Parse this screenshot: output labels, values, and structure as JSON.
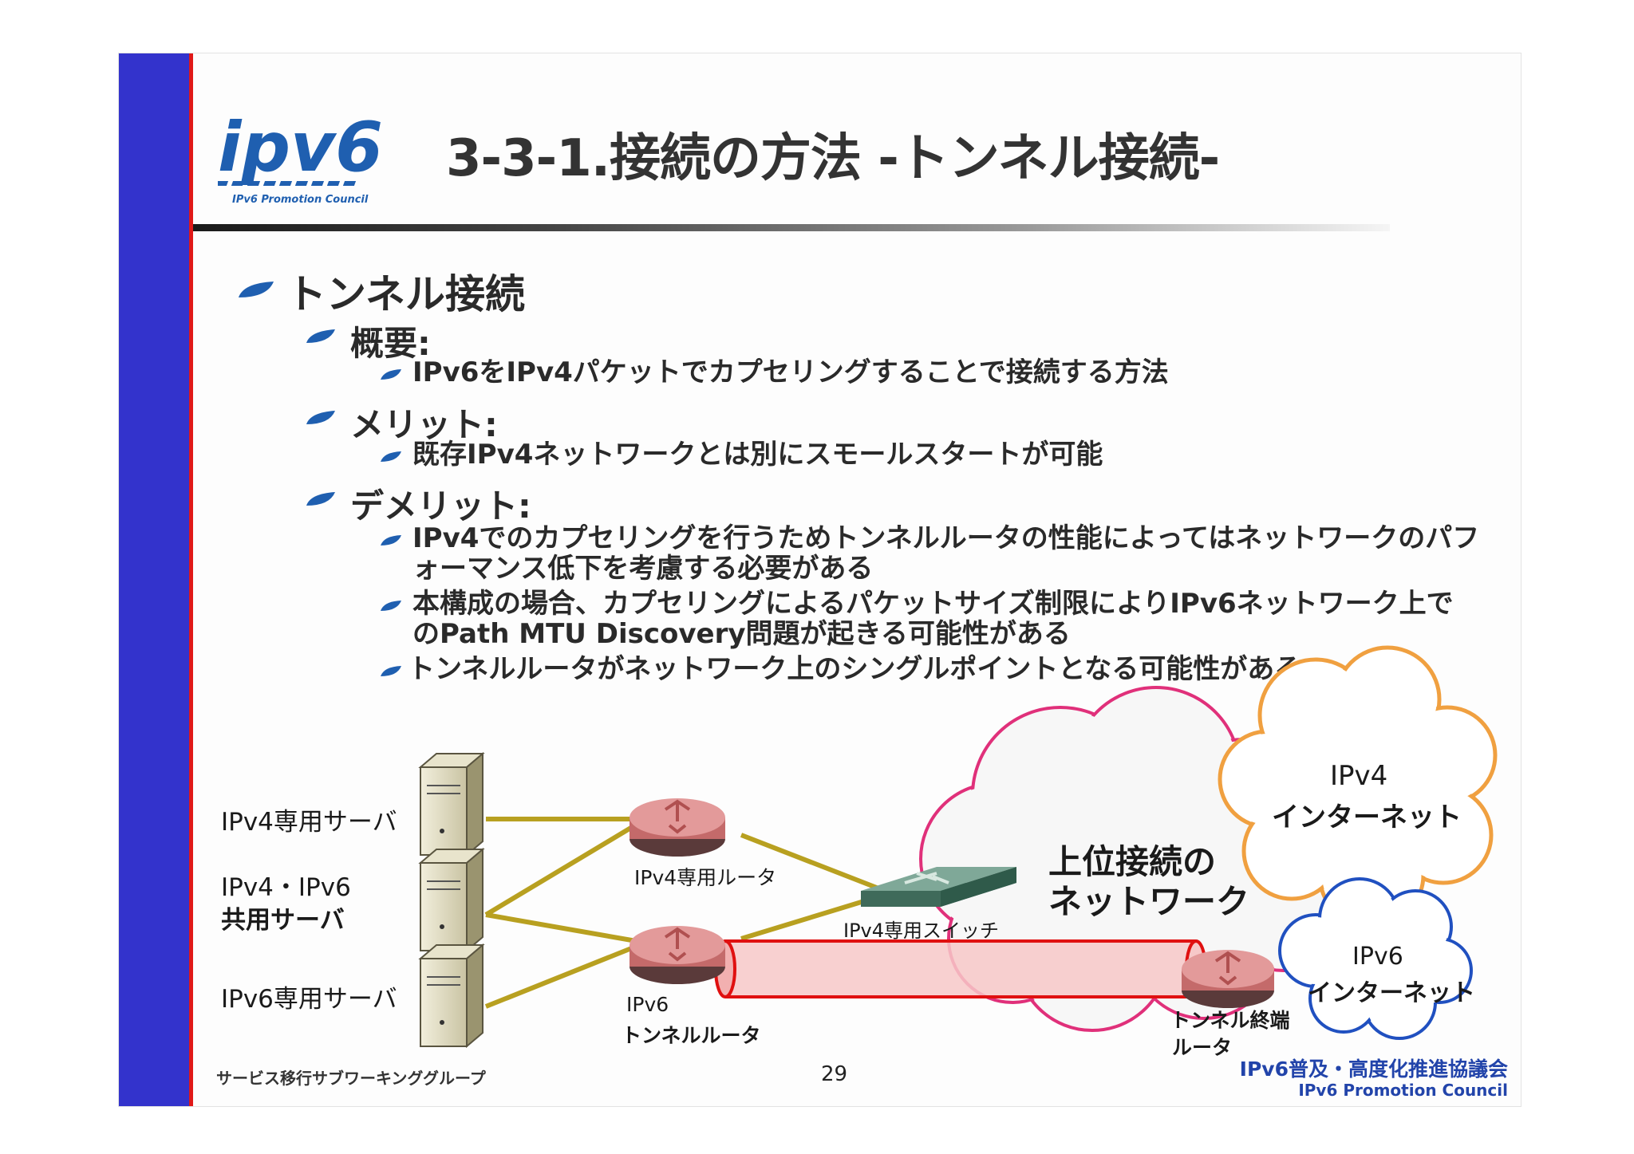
{
  "logo": {
    "mark": "ipv6",
    "tagline": "IPv6 Promotion Council"
  },
  "title": "3-3-1.接続の方法 -トンネル接続-",
  "bullets": {
    "main": "トンネル接続",
    "overview_label": "概要:",
    "overview_text": "IPv6をIPv4パケットでカプセリングすることで接続する方法",
    "merit_label": "メリット:",
    "merit_text": "既存IPv4ネットワークとは別にスモールスタートが可能",
    "demerit_label": "デメリット:",
    "demerit_1_line1": "IPv4でのカプセリングを行うためトンネルルータの性能によってはネットワークのパフ",
    "demerit_1_line2": "ォーマンス低下を考慮する必要がある",
    "demerit_2_line1": "本構成の場合、カプセリングによるパケットサイズ制限によりIPv6ネットワーク上で",
    "demerit_2_line2": "のPath MTU Discovery問題が起きる可能性がある",
    "demerit_3": "トンネルルータがネットワーク上のシングルポイントとなる可能性がある"
  },
  "diagram": {
    "server_ipv4": "IPv4専用サーバ",
    "server_dual_line1": "IPv4・IPv6",
    "server_dual_line2": "共用サーバ",
    "server_ipv6": "IPv6専用サーバ",
    "router_ipv4": "IPv4専用ルータ",
    "router_ipv6_line1": "IPv6",
    "router_ipv6_line2": "トンネルルータ",
    "switch_ipv4": "IPv4専用スイッチ",
    "upper_net_line1": "上位接続の",
    "upper_net_line2": "ネットワーク",
    "ipv4_net_line1": "IPv4",
    "ipv4_net_line2": "インターネット",
    "ipv6_net_line1": "IPv6",
    "ipv6_net_line2": "インターネット",
    "term_router_line1": "トンネル終端",
    "term_router_line2": "ルータ"
  },
  "footer": {
    "group": "サービス移行サブワーキンググループ",
    "page": "29",
    "org_jp": "IPv6普及・高度化推進協議会",
    "org_en": "IPv6 Promotion Council"
  },
  "colors": {
    "leftbar": "#3333cc",
    "accent_red": "#e01818",
    "leaf": "#1f5fb0",
    "org_text": "#2244aa",
    "ipv4_cloud_border": "#f0a040",
    "upper_cloud_border": "#e0307a",
    "ipv6_cloud_border": "#2050c0"
  }
}
